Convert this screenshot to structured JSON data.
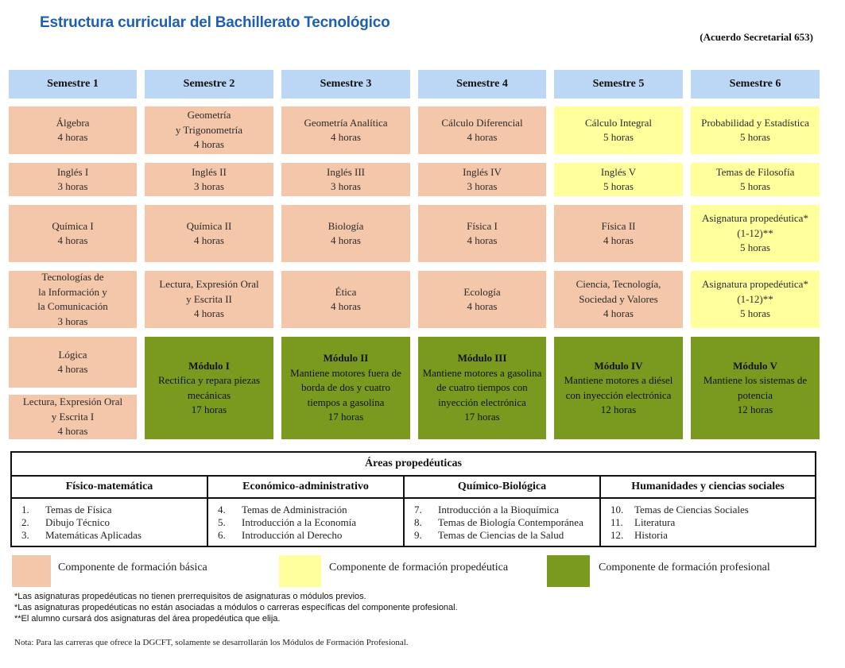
{
  "title": "Estructura curricular del Bachillerato Tecnológico",
  "agreement": "(Acuerdo Secretarial 653)",
  "semesters": [
    "Semestre 1",
    "Semestre 2",
    "Semestre 3",
    "Semestre 4",
    "Semestre 5",
    "Semestre 6"
  ],
  "grid": {
    "s1": {
      "algebra": [
        "Álgebra",
        "4 horas"
      ],
      "ingles": [
        "Inglés I",
        "3 horas"
      ],
      "quimica": [
        "Química I",
        "4 horas"
      ],
      "tic": [
        "Tecnologías de",
        "la Información y",
        "la Comunicación",
        "3 horas"
      ],
      "logica": [
        "Lógica",
        "4 horas"
      ],
      "lectura": [
        "Lectura, Expresión Oral",
        "y Escrita I",
        "4 horas"
      ]
    },
    "s2": {
      "geometria": [
        "Geometría",
        "y Trigonometría",
        "4 horas"
      ],
      "ingles": [
        "Inglés II",
        "3 horas"
      ],
      "quimica": [
        "Química II",
        "4 horas"
      ],
      "lectura": [
        "Lectura, Expresión Oral",
        "y Escrita II",
        "4 horas"
      ],
      "modulo": [
        "Módulo I",
        "Rectifica y repara piezas",
        "mecánicas",
        "17 horas"
      ]
    },
    "s3": {
      "geometria": [
        "Geometría Analítica",
        "4 horas"
      ],
      "ingles": [
        "Inglés III",
        "3 horas"
      ],
      "biologia": [
        "Biología",
        "4 horas"
      ],
      "etica": [
        "Ética",
        "4 horas"
      ],
      "modulo": [
        "Módulo II",
        "Mantiene motores fuera de",
        "borda de dos y cuatro",
        "tiempos a gasolina",
        "17 horas"
      ]
    },
    "s4": {
      "calculo": [
        "Cálculo Diferencial",
        "4 horas"
      ],
      "ingles": [
        "Inglés IV",
        "3 horas"
      ],
      "fisica": [
        "Física I",
        "4 horas"
      ],
      "ecologia": [
        "Ecología",
        "4 horas"
      ],
      "modulo": [
        "Módulo III",
        "Mantiene motores a gasolina",
        "de cuatro tiempos con",
        "inyección electrónica",
        "17 horas"
      ]
    },
    "s5": {
      "calculo": [
        "Cálculo Integral",
        "5 horas"
      ],
      "ingles": [
        "Inglés V",
        "5 horas"
      ],
      "fisica": [
        "Física II",
        "4 horas"
      ],
      "ciencia": [
        "Ciencia, Tecnología,",
        "Sociedad y Valores",
        "4 horas"
      ],
      "modulo": [
        "Módulo IV",
        "Mantiene motores a diésel",
        "con inyección electrónica",
        "12 horas"
      ]
    },
    "s6": {
      "probabilidad": [
        "Probabilidad y Estadística",
        "5 horas"
      ],
      "filosofia": [
        "Temas de Filosofía",
        "5 horas"
      ],
      "prop1": [
        "Asignatura propedéutica*",
        "(1-12)**",
        "5 horas"
      ],
      "prop2": [
        "Asignatura propedéutica*",
        "(1-12)**",
        "5 horas"
      ],
      "modulo": [
        "Módulo V",
        "Mantiene los sistemas de",
        "potencia",
        "12 horas"
      ]
    }
  },
  "areas": {
    "title": "Áreas propedéuticas",
    "columns": [
      {
        "name": "Físico-matemática",
        "items": [
          [
            "1.",
            "Temas de Física"
          ],
          [
            "2.",
            "Dibujo Técnico"
          ],
          [
            "3.",
            "Matemáticas Aplicadas"
          ]
        ]
      },
      {
        "name": "Económico-administrativo",
        "items": [
          [
            "4.",
            "Temas de Administración"
          ],
          [
            "5.",
            "Introducción a la Economía"
          ],
          [
            "6.",
            "Introducción al Derecho"
          ]
        ]
      },
      {
        "name": "Químico-Biológica",
        "items": [
          [
            "7.",
            "Introducción a la Bioquímica"
          ],
          [
            "8.",
            "Temas de Biología Contemporánea"
          ],
          [
            "9.",
            "Temas de Ciencias de la Salud"
          ]
        ]
      },
      {
        "name": "Humanidades y ciencias sociales",
        "items": [
          [
            "10.",
            "Temas de Ciencias Sociales"
          ],
          [
            "11.",
            "Literatura"
          ],
          [
            "12.",
            "Historia"
          ]
        ]
      }
    ]
  },
  "legend": {
    "basic": "Componente de formación básica",
    "propedeutic": "Componente de formación propedéutica",
    "professional": "Componente de formación profesional"
  },
  "colors": {
    "header": "#bcd6f6",
    "basic": "#f4c6aa",
    "propedeutic": "#ffff9c",
    "professional": "#7a9a1f",
    "title": "#1f5fb0"
  },
  "notes": [
    "*Las asignaturas propedéuticas no tienen prerrequisitos de asignaturas o módulos previos.",
    "*Las asignaturas propedéuticas no están asociadas a módulos o carreras específicas del componente profesional.",
    "**El alumno cursará dos asignaturas del área propedéutica que elija."
  ],
  "footnote": "Nota: Para las carreras que ofrece la DGCFT, solamente se desarrollarán los Módulos de Formación Profesional."
}
